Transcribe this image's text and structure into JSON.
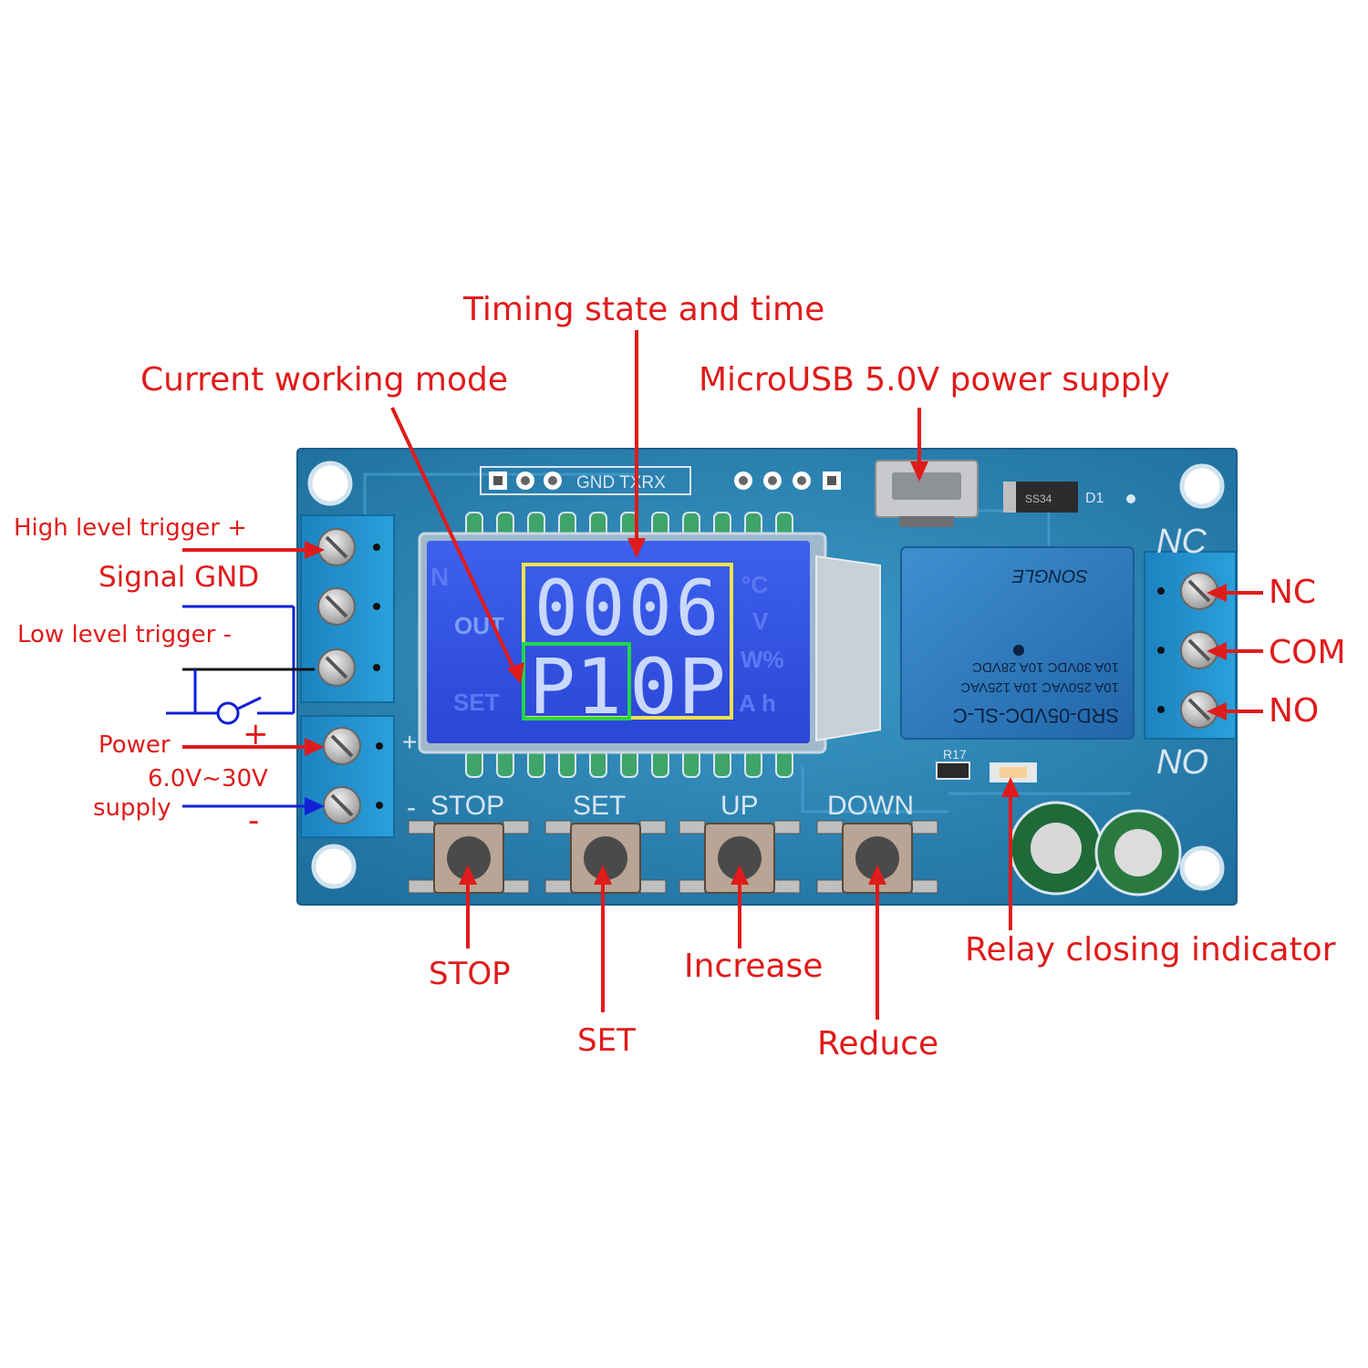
{
  "callouts": {
    "timing_state": "Timing state and time",
    "working_mode": "Current working mode",
    "microusb": "MicroUSB 5.0V power supply",
    "high_trigger": "High level  trigger +",
    "signal_gnd": "Signal GND",
    "low_trigger": "Low level  trigger -",
    "power_label": "Power",
    "power_voltage": "6.0V~30V",
    "supply_label": "supply",
    "plus": "+",
    "minus": "-",
    "nc": "NC",
    "com": "COM",
    "no": "NO",
    "stop": "STOP",
    "set": "SET",
    "increase": "Increase",
    "reduce": "Reduce",
    "relay_indicator": "Relay closing indicator"
  },
  "board": {
    "header_pins": "GND TXRX",
    "button_labels": [
      "STOP",
      "SET",
      "UP",
      "DOWN"
    ],
    "relay_nc": "NC",
    "relay_no": "NO",
    "relay_model": "SRD-05VDC-SL-C",
    "relay_ratings": [
      "10A 250VAC  10A 125VAC",
      "10A 30VDC  10A 28VDC"
    ],
    "relay_brand": "SONGLE",
    "diode_label": "D1",
    "diode_code": "SS34",
    "resistor_label": "R17",
    "terminal_plus": "+",
    "terminal_minus": "-"
  },
  "lcd": {
    "top_digits": "0006",
    "bottom_mode": "P1",
    "bottom_rest": "0P",
    "out_label": "OUT",
    "colors": {
      "background": "#2f4fe0",
      "segment": "#c9d8ff",
      "time_box": "#f2e24a",
      "mode_box": "#22d64a"
    }
  },
  "colors": {
    "callout_red": "#e01b1b",
    "wire_blue": "#1020d8",
    "pcb_blue": "#2a7fb0",
    "terminal_blue": "#2090cc"
  }
}
